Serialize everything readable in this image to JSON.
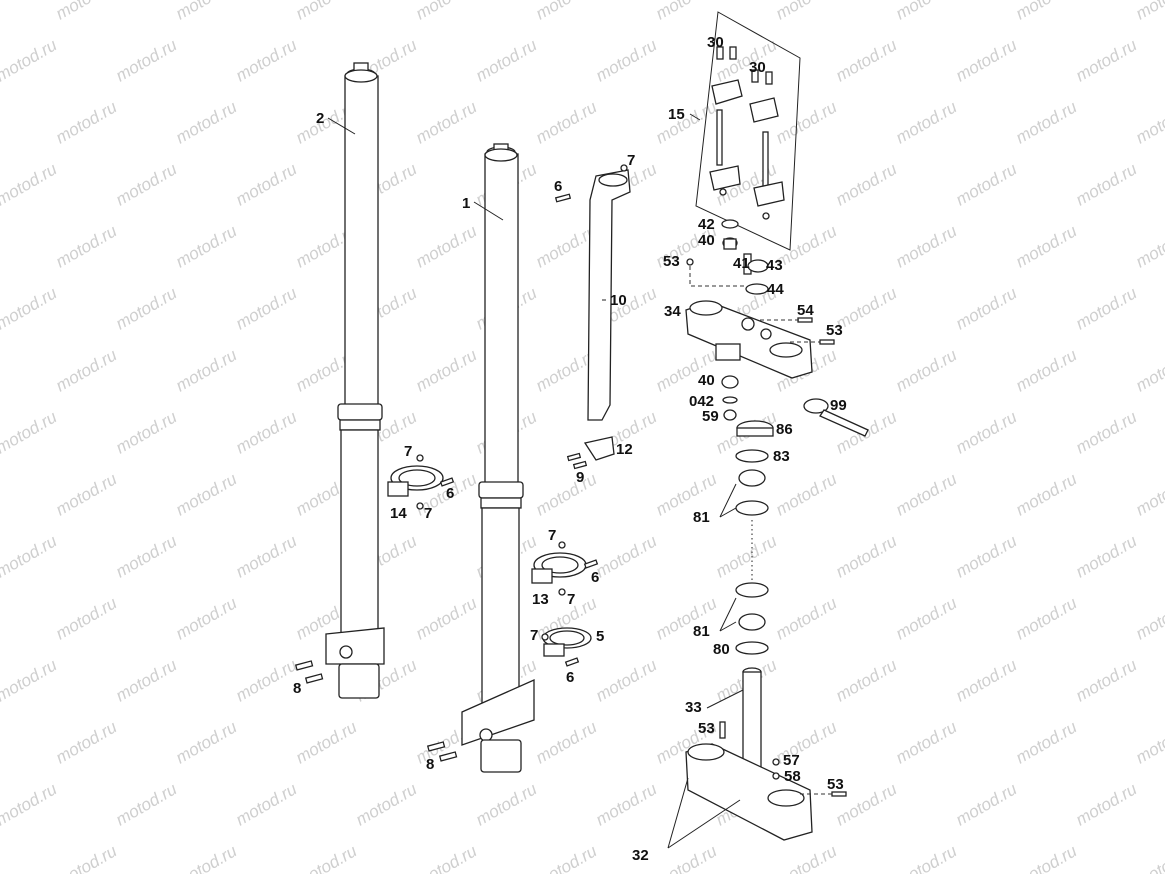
{
  "watermark": {
    "text": "motod.ru"
  },
  "callouts": {
    "c1": "1",
    "c2": "2",
    "c5": "5",
    "c6a": "6",
    "c6b": "6",
    "c6c": "6",
    "c6d": "6",
    "c7a": "7",
    "c7b": "7",
    "c7c": "7",
    "c7d": "7",
    "c7e": "7",
    "c7f": "7",
    "c8a": "8",
    "c8b": "8",
    "c9": "9",
    "c10": "10",
    "c12": "12",
    "c13": "13",
    "c14": "14",
    "c15": "15",
    "c30a": "30",
    "c30b": "30",
    "c32": "32",
    "c33": "33",
    "c34": "34",
    "c40a": "40",
    "c40b": "40",
    "c41": "41",
    "c42": "42",
    "c042": "042",
    "c43": "43",
    "c44": "44",
    "c53a": "53",
    "c53b": "53",
    "c53c": "53",
    "c53d": "53",
    "c54": "54",
    "c57": "57",
    "c58": "58",
    "c59": "59",
    "c80": "80",
    "c81a": "81",
    "c81b": "81",
    "c83": "83",
    "c86": "86",
    "c99": "99"
  }
}
